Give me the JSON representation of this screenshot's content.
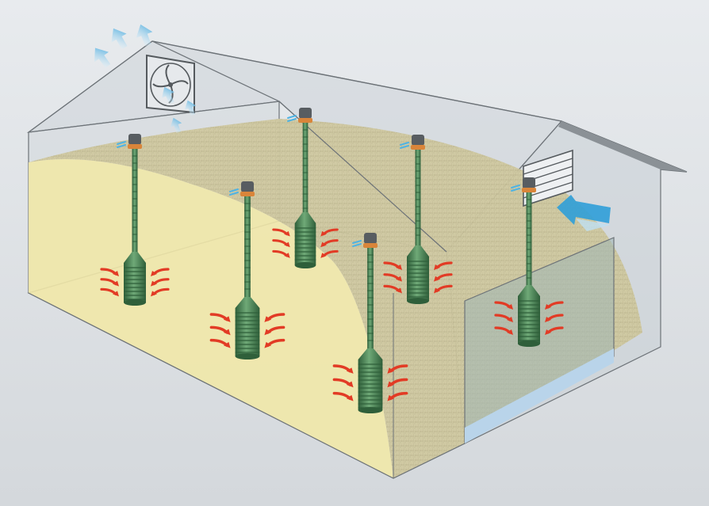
{
  "title": "",
  "colors": {
    "background": "#dfe3e6",
    "wall_glass": "#c9d0d6",
    "wall_edge": "#6d7378",
    "grain_front": "#f0e6a6",
    "grain_pile": "#cfc7a0",
    "aeration_tube": "#4f8a58",
    "aeration_tube_dark": "#2f5f3a",
    "heat_arrow": "#e23b25",
    "air_arrow": "#4fb3e3",
    "floor_water": "#b9d4ea",
    "motor": "#585d61",
    "collar": "#d9853a"
  },
  "icons": {
    "exhaust_fan": "exhaust-fan-icon",
    "inlet_louver": "inlet-louver-icon",
    "airflow_arrow": "airflow-arrow-icon",
    "heat_arrow": "heat-arrow-icon"
  },
  "aerators": [
    {
      "id": "rear-left"
    },
    {
      "id": "front-left"
    },
    {
      "id": "rear-center"
    },
    {
      "id": "front-center"
    },
    {
      "id": "rear-right"
    },
    {
      "id": "doorway"
    }
  ]
}
